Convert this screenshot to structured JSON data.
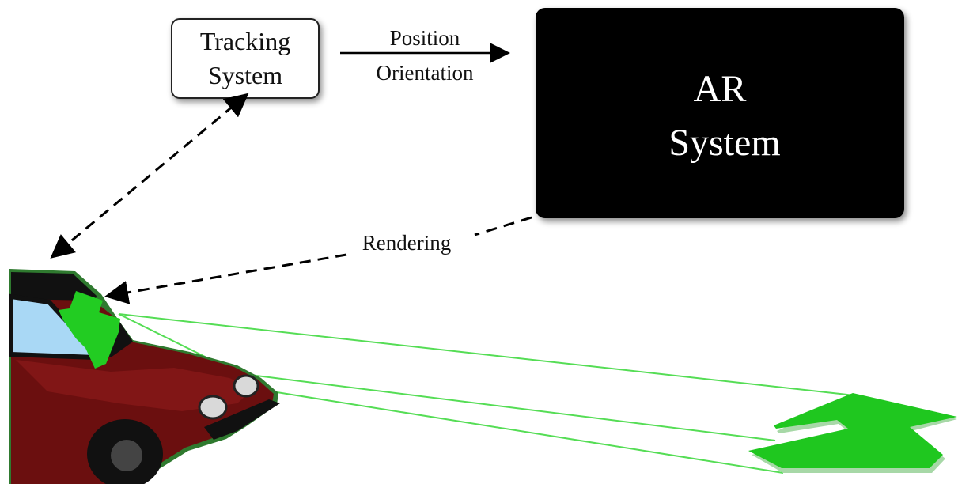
{
  "diagram": {
    "tracking_box": {
      "line1": "Tracking",
      "line2": "System"
    },
    "ar_box": {
      "line1": "AR",
      "line2": "System"
    },
    "edges": {
      "position_label": "Position",
      "orientation_label": "Orientation",
      "rendering_label": "Rendering"
    }
  },
  "colors": {
    "ar_box_fill": "#000000",
    "car_body": "#6b0f0f",
    "overlay_green": "#22cc22",
    "projection_line": "#55dd55",
    "window_blue": "#a9d8f5"
  }
}
